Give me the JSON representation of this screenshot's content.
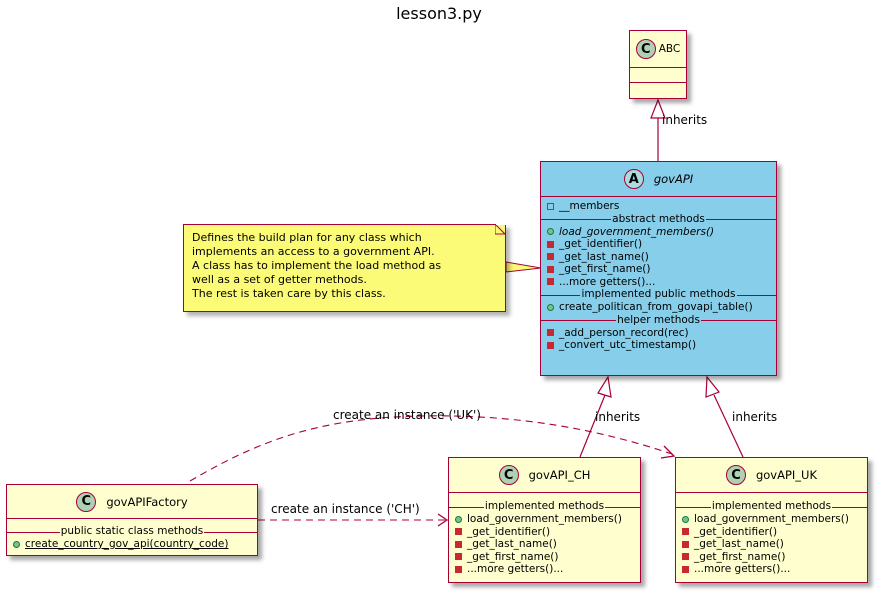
{
  "title": "lesson3.py",
  "classes": {
    "abc": {
      "stereotype_icon": "C",
      "name": "ABC"
    },
    "govapi": {
      "stereotype_icon": "A",
      "name": "govAPI",
      "fields": [
        {
          "visibility": "private-field",
          "label": "__members"
        }
      ],
      "sections": [
        {
          "title": "abstract methods",
          "methods": [
            {
              "visibility": "public",
              "label": "load_government_members()",
              "italic": true
            },
            {
              "visibility": "private",
              "label": "_get_identifier()"
            },
            {
              "visibility": "private",
              "label": "_get_last_name()"
            },
            {
              "visibility": "private",
              "label": "_get_first_name()"
            },
            {
              "visibility": "private",
              "label": "...more getters()..."
            }
          ]
        },
        {
          "title": "implemented public methods",
          "methods": [
            {
              "visibility": "public",
              "label": "create_politican_from_govapi_table()"
            }
          ]
        },
        {
          "title": "helper methods",
          "methods": [
            {
              "visibility": "private",
              "label": "_add_person_record(rec)"
            },
            {
              "visibility": "private",
              "label": "_convert_utc_timestamp()"
            }
          ]
        }
      ]
    },
    "factory": {
      "stereotype_icon": "C",
      "name": "govAPIFactory",
      "section_title": "public static class methods",
      "methods": [
        {
          "visibility": "public",
          "label": "create_country_gov_api(country_code)",
          "static": true
        }
      ]
    },
    "ch": {
      "stereotype_icon": "C",
      "name": "govAPI_CH",
      "section_title": "implemented methods",
      "methods": [
        {
          "visibility": "public",
          "label": "load_government_members()"
        },
        {
          "visibility": "private",
          "label": "_get_identifier()"
        },
        {
          "visibility": "private",
          "label": "_get_last_name()"
        },
        {
          "visibility": "private",
          "label": "_get_first_name()"
        },
        {
          "visibility": "private",
          "label": "...more getters()..."
        }
      ]
    },
    "uk": {
      "stereotype_icon": "C",
      "name": "govAPI_UK",
      "section_title": "implemented methods",
      "methods": [
        {
          "visibility": "public",
          "label": "load_government_members()"
        },
        {
          "visibility": "private",
          "label": "_get_identifier()"
        },
        {
          "visibility": "private",
          "label": "_get_last_name()"
        },
        {
          "visibility": "private",
          "label": "_get_first_name()"
        },
        {
          "visibility": "private",
          "label": "...more getters()..."
        }
      ]
    }
  },
  "note": {
    "lines": [
      "Defines the build plan for any class which",
      "implements an access to a government API.",
      "A class has to implement the load method as",
      "well as a set of getter methods.",
      "The rest is taken care by this class."
    ]
  },
  "relations": {
    "abc_inherits": "inherits",
    "ch_inherits": "inherits",
    "uk_inherits": "inherits",
    "create_uk": "create an instance ('UK')",
    "create_ch": "create an instance ('CH')"
  },
  "colors": {
    "border": "#A80036",
    "class_fill": "#FEFECE",
    "abstract_fill": "#87CEEB",
    "note_fill": "#FBFB77",
    "class_icon_fill": "#ADD1B2"
  }
}
